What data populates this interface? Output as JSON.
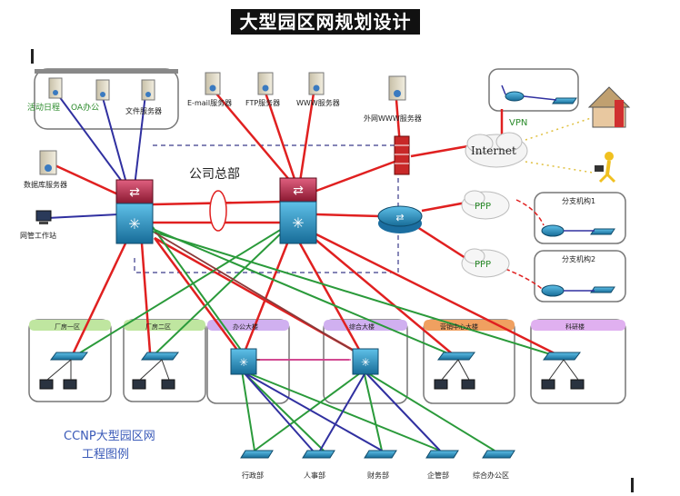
{
  "title": "大型园区网规划设计",
  "servers": {
    "activity": "活动日程",
    "oa": "OA办公",
    "file": "文件服务器",
    "database": "数据库服务器",
    "email": "E-mail服务器",
    "ftp": "FTP服务器",
    "www": "WWW服务器",
    "external_www": "外网WWW服务器"
  },
  "admin_station": "网管工作站",
  "headquarters": "公司总部",
  "vpn": "VPN",
  "internet": "Internet",
  "ppp1": "PPP",
  "ppp2": "PPP",
  "branch1": "分支机构1",
  "branch2": "分支机构2",
  "zones": [
    "厂房一区",
    "厂房二区",
    "办公大楼",
    "综合大楼",
    "营销中心大楼",
    "科研楼"
  ],
  "departments": [
    "行政部",
    "人事部",
    "财务部",
    "企管部",
    "综合办公区"
  ],
  "caption": [
    "CCNP大型园区网",
    "工程图例"
  ],
  "colors": {
    "red_link": "#e02020",
    "blue_link": "#3030a0",
    "green_link": "#2a9a3a",
    "brown_link": "#8a3a3a",
    "switch_blue": "#1f88b8",
    "router_red": "#c0304a",
    "caption_blue": "#3a5ab8"
  }
}
